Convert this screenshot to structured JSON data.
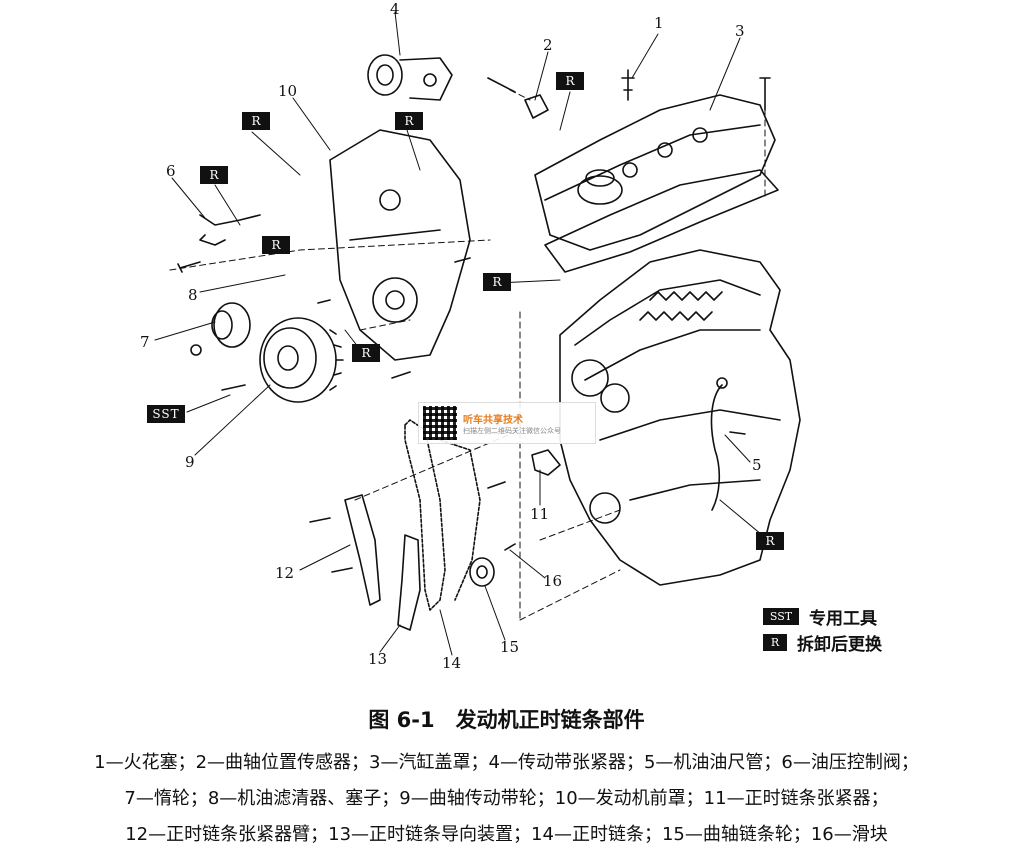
{
  "callouts": [
    "1",
    "2",
    "3",
    "4",
    "5",
    "6",
    "7",
    "8",
    "9",
    "10",
    "11",
    "12",
    "13",
    "14",
    "15",
    "16"
  ],
  "tag_r": "R",
  "tag_ss": "SST",
  "legend": [
    {
      "symbol": "SST",
      "label": "专用工具"
    },
    {
      "symbol": "R",
      "label": "拆卸后更换"
    }
  ],
  "figure_title": "图 6-1　发动机正时链条部件",
  "caption_lines": [
    "1—火花塞；2—曲轴位置传感器；3—汽缸盖罩；4—传动带张紧器；5—机油油尺管；6—油压控制阀；",
    "7—惰轮；8—机油滤清器、塞子；9—曲轴传动带轮；10—发动机前罩；11—正时链条张紧器；",
    "12—正时链条张紧器臂；13—正时链条导向装置；14—正时链条；15—曲轴链条轮；16—滑块"
  ],
  "watermark": {
    "title": "听车共享技术",
    "subtitle": "扫描左侧二维码关注微信公众号"
  }
}
